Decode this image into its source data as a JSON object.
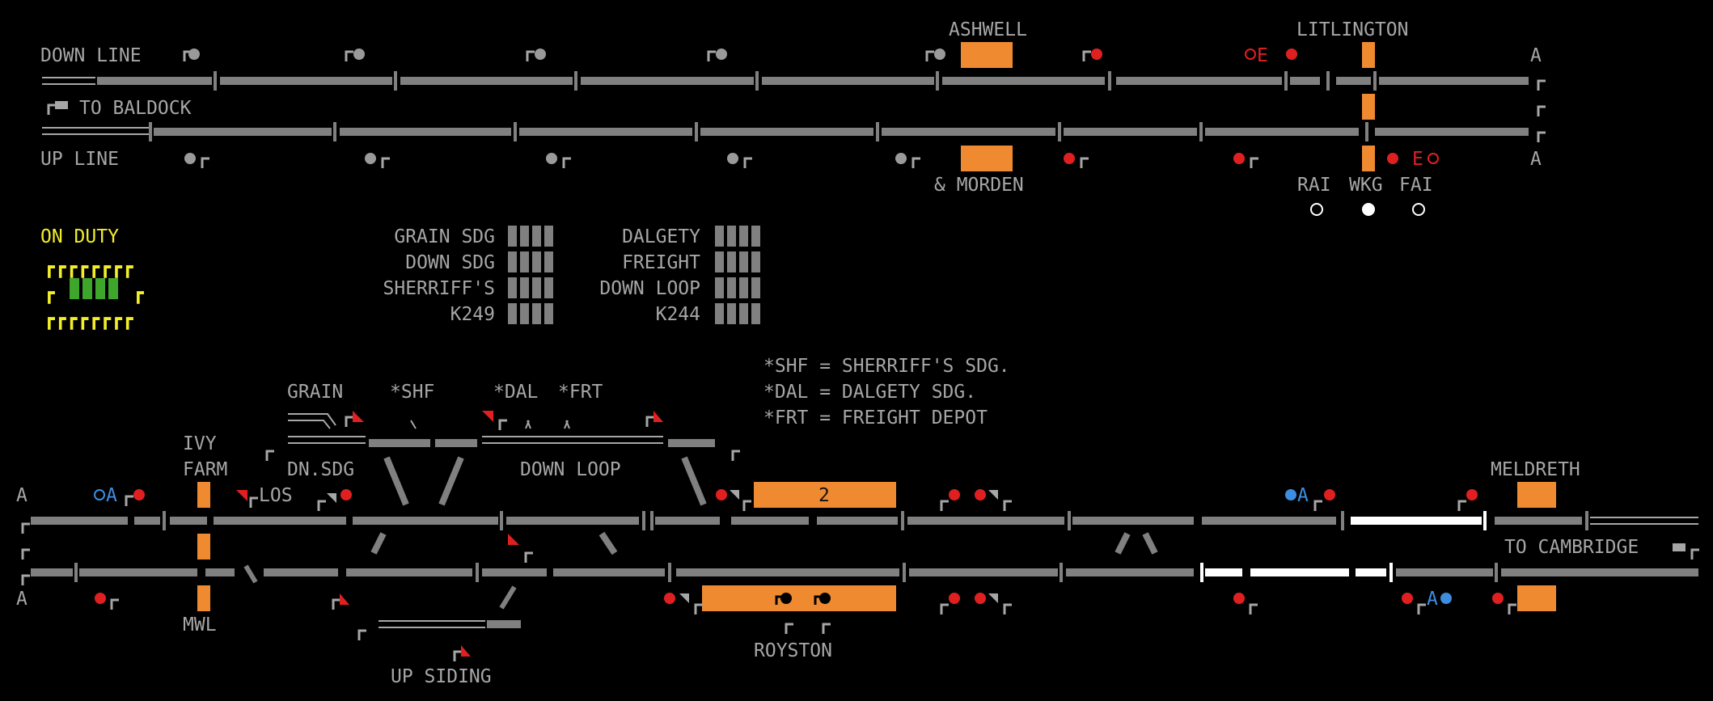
{
  "colors": {
    "background": "#000000",
    "track": "#808080",
    "track_routed": "#ffffff",
    "label": "#a6a6a6",
    "signal_red": "#e02020",
    "signal_grey": "#9a9a9a",
    "signal_blue": "#3d8ee0",
    "occupied": "#f08a30",
    "duty": "#f2ee2a",
    "duty_lamp": "#3fa62c"
  },
  "upper_panel": {
    "down_line": "DOWN LINE",
    "up_line": "UP LINE",
    "to_baldock": "TO BALDOCK",
    "ashwell": "ASHWELL",
    "morden": "& MORDEN",
    "litlington": "LITLINGTON",
    "end_a_top": "A",
    "end_a_bottom": "A",
    "sig_e_down": "E",
    "sig_e_up": "E",
    "indicators": [
      {
        "label": "RAI",
        "lit": false
      },
      {
        "label": "WKG",
        "lit": true
      },
      {
        "label": "FAI",
        "lit": false
      }
    ]
  },
  "duty": {
    "label": "ON DUTY",
    "top_row": "┏┏┏┏┏┏┏┏",
    "bottom_row": "┏┏┏┏┏┏┏┏",
    "left_post": "┏",
    "right_post": "┏",
    "lamp_count": 4
  },
  "sidings_status": [
    {
      "label": "GRAIN SDG",
      "cells": 4
    },
    {
      "label": "DOWN SDG",
      "cells": 4
    },
    {
      "label": "SHERRIFF'S",
      "cells": 4
    },
    {
      "label": "K249",
      "cells": 4
    },
    {
      "label": "DALGETY",
      "cells": 4
    },
    {
      "label": "FREIGHT",
      "cells": 4
    },
    {
      "label": "DOWN LOOP",
      "cells": 4
    },
    {
      "label": "K244",
      "cells": 4
    }
  ],
  "legend": [
    "*SHF = SHERRIFF'S SDG.",
    "*DAL = DALGETY SDG.",
    "*FRT = FREIGHT DEPOT"
  ],
  "lower_panel": {
    "grain": "GRAIN",
    "shf": "*SHF",
    "dal": "*DAL",
    "frt": "*FRT",
    "ivy": "IVY",
    "farm": "FARM",
    "dn_sdg": "DN.SDG",
    "down_loop": "DOWN LOOP",
    "los": "LOS",
    "mwl": "MWL",
    "up_siding": "UP SIDING",
    "royston": "ROYSTON",
    "meldreth": "MELDRETH",
    "to_cambridge": "TO CAMBRIDGE",
    "end_a_top": "A",
    "end_a_bottom": "A",
    "sig_a_1": "A",
    "sig_a_2": "A",
    "sig_a_3": "A",
    "train_description": "2"
  }
}
